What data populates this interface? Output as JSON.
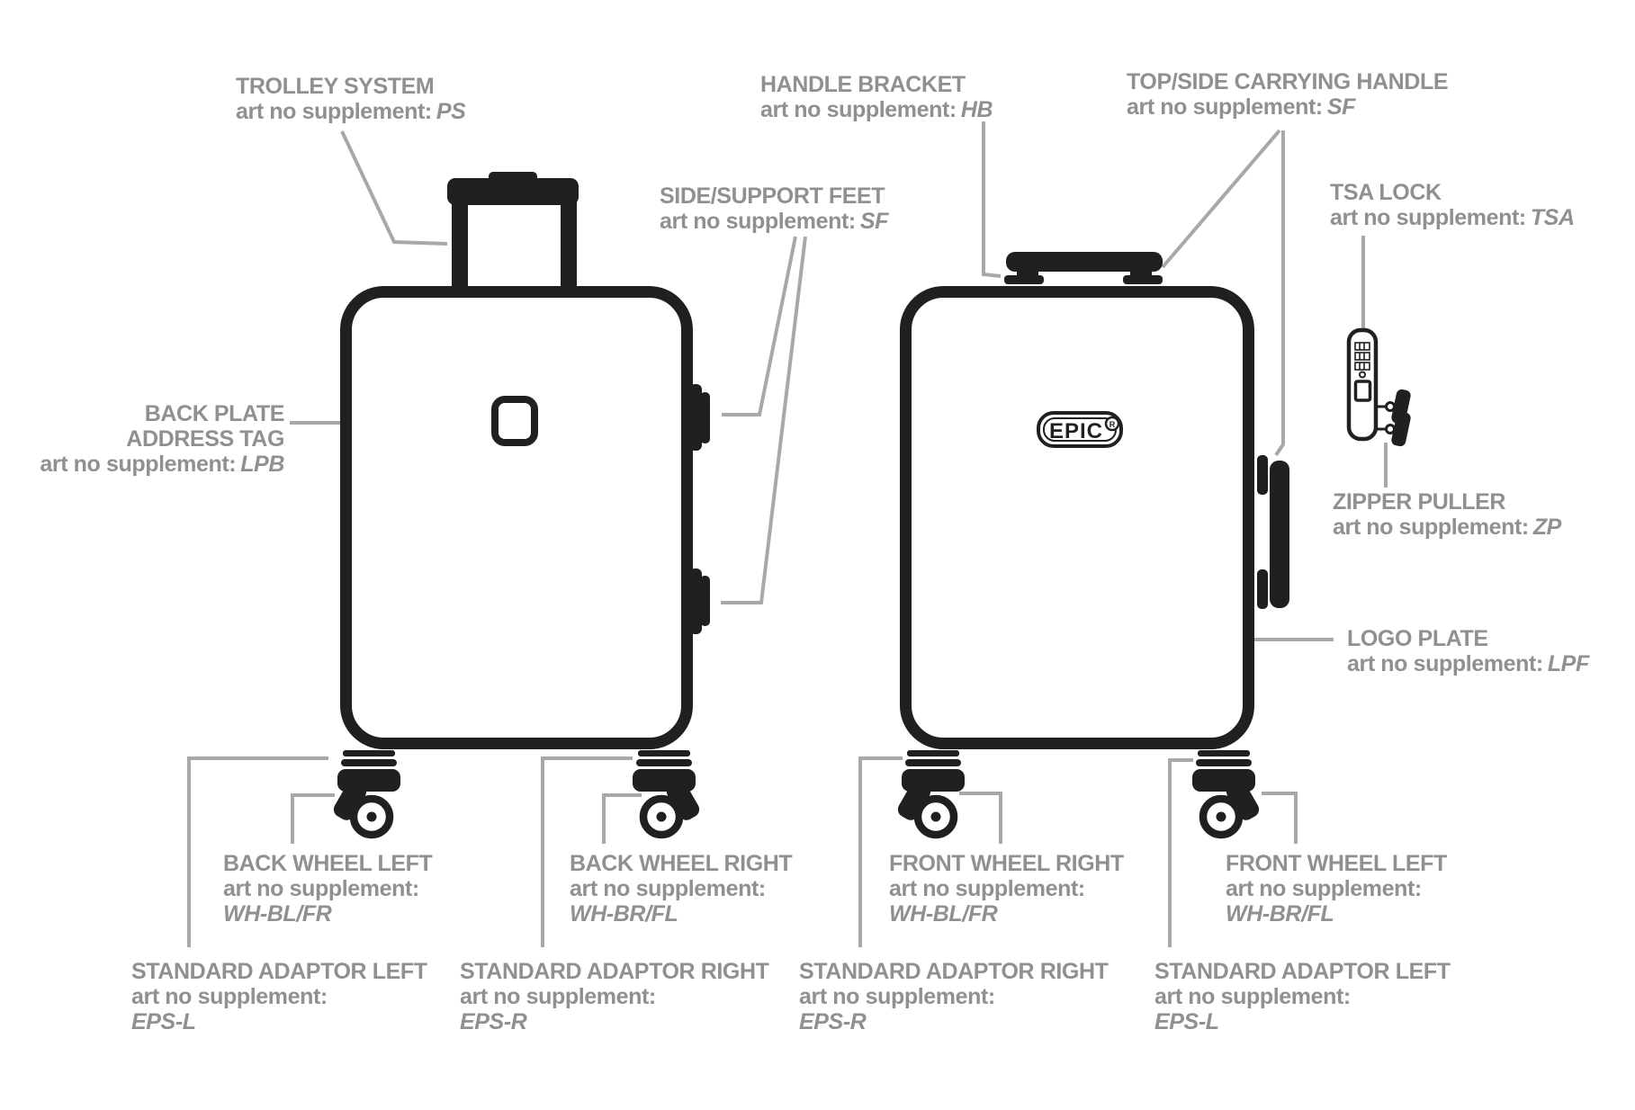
{
  "colors": {
    "ink": "#221F1F",
    "label_text": "#8E9092",
    "leader_line": "#A7A8AA"
  },
  "brand": {
    "name": "EPIC",
    "registered": "R"
  },
  "labels": {
    "trolley_system": {
      "name": "TROLLEY SYSTEM",
      "prefix": "art no supplement:",
      "code": "PS"
    },
    "handle_bracket": {
      "name": "HANDLE BRACKET",
      "prefix": "art no supplement:",
      "code": "HB"
    },
    "top_side_carrying_handle": {
      "name": "TOP/SIDE CARRYING HANDLE",
      "prefix": "art no supplement:",
      "code": "SF"
    },
    "side_support_feet": {
      "name": "SIDE/SUPPORT FEET",
      "prefix": "art no supplement:",
      "code": "SF"
    },
    "tsa_lock": {
      "name": "TSA LOCK",
      "prefix": "art no supplement:",
      "code": "TSA"
    },
    "back_plate_address_tag": {
      "name1": "BACK PLATE",
      "name2": "ADDRESS TAG",
      "prefix": "art no supplement:",
      "code": "LPB"
    },
    "zipper_puller": {
      "name": "ZIPPER PULLER",
      "prefix": "art no supplement:",
      "code": "ZP"
    },
    "logo_plate": {
      "name": "LOGO PLATE",
      "prefix": "art no supplement:",
      "code": "LPF"
    },
    "back_wheel_left": {
      "name": "BACK WHEEL LEFT",
      "prefix": "art no supplement:",
      "code": "WH-BL/FR"
    },
    "back_wheel_right": {
      "name": "BACK WHEEL RIGHT",
      "prefix": "art no supplement:",
      "code": "WH-BR/FL"
    },
    "front_wheel_right": {
      "name": "FRONT WHEEL RIGHT",
      "prefix": "art no supplement:",
      "code": "WH-BL/FR"
    },
    "front_wheel_left": {
      "name": "FRONT WHEEL LEFT",
      "prefix": "art no supplement:",
      "code": "WH-BR/FL"
    },
    "standard_adaptor_left_back": {
      "name": "STANDARD ADAPTOR LEFT",
      "prefix": "art no supplement:",
      "code": "EPS-L"
    },
    "standard_adaptor_right_back": {
      "name": "STANDARD ADAPTOR RIGHT",
      "prefix": "art no supplement:",
      "code": "EPS-R"
    },
    "standard_adaptor_right_front": {
      "name": "STANDARD ADAPTOR RIGHT",
      "prefix": "art no supplement:",
      "code": "EPS-R"
    },
    "standard_adaptor_left_front": {
      "name": "STANDARD ADAPTOR LEFT",
      "prefix": "art no supplement:",
      "code": "EPS-L"
    }
  }
}
